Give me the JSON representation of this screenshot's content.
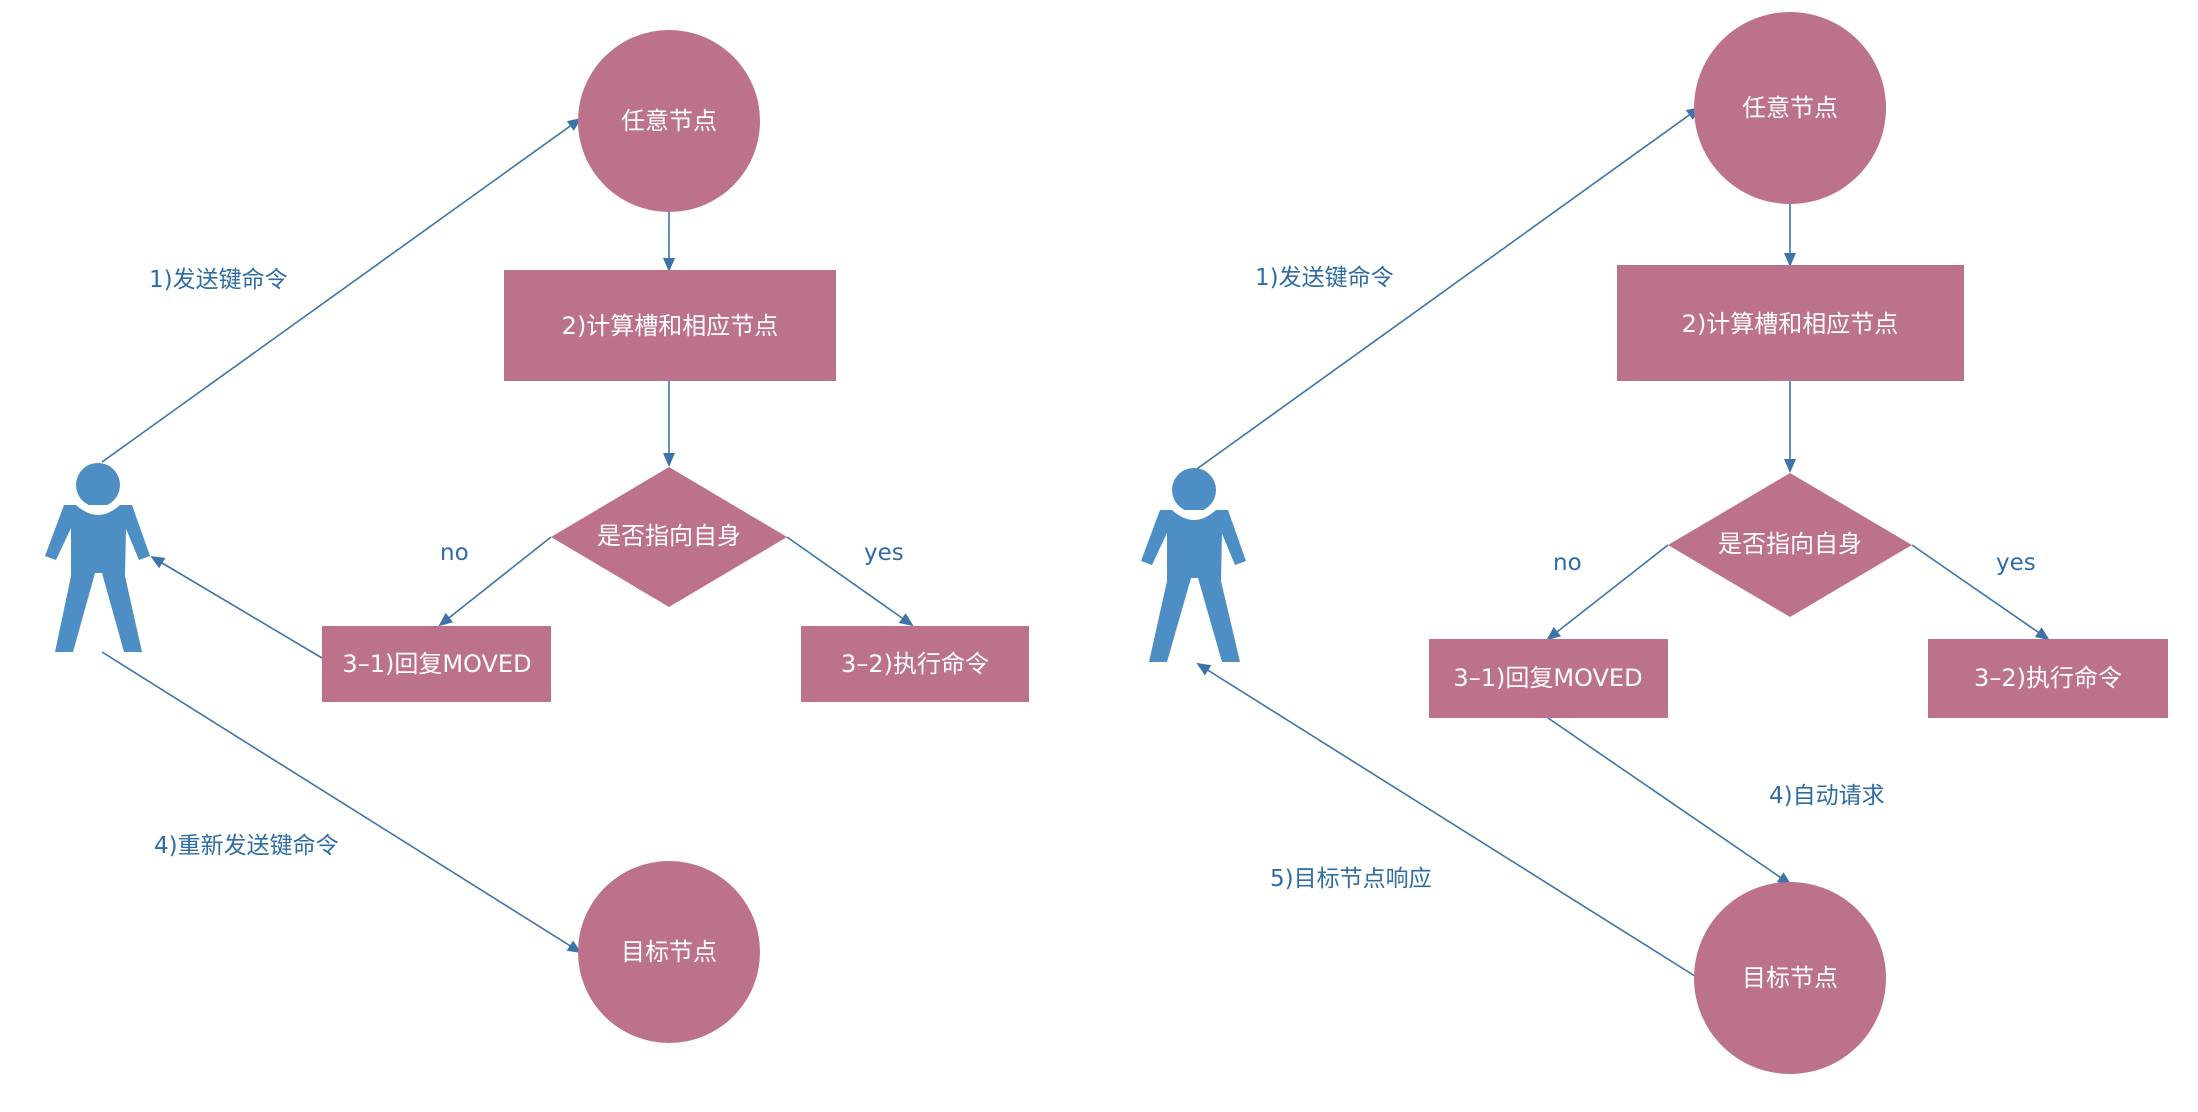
{
  "colors": {
    "node_fill": "#bd728b",
    "node_text": "#ffffff",
    "edge": "#3d73a8",
    "edge_label": "#2e6ca4",
    "person": "#4d8ec5",
    "background": "#ffffff"
  },
  "icons": {
    "actor": "person-icon"
  },
  "left": {
    "any_node": "任意节点",
    "compute": "2)计算槽和相应节点",
    "decision": "是否指向自身",
    "moved": "3–1)回复MOVED",
    "exec": "3–2)执行命令",
    "target": "目标节点",
    "label_send": "1)发送键命令",
    "label_no": "no",
    "label_yes": "yes",
    "label_resend": "4)重新发送键命令"
  },
  "right": {
    "any_node": "任意节点",
    "compute": "2)计算槽和相应节点",
    "decision": "是否指向自身",
    "moved": "3–1)回复MOVED",
    "exec": "3–2)执行命令",
    "target": "目标节点",
    "label_send": "1)发送键命令",
    "label_no": "no",
    "label_yes": "yes",
    "label_auto": "4)自动请求",
    "label_response": "5)目标节点响应"
  }
}
